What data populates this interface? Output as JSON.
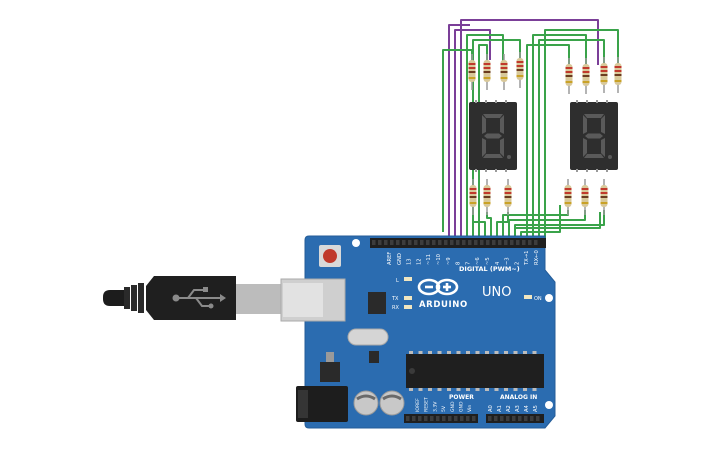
{
  "board": {
    "brand": "ARDUINO",
    "model": "UNO",
    "digital_header_label": "DIGITAL (PWM~)",
    "power_label": "POWER",
    "analog_label": "ANALOG IN",
    "on_led_label": "ON",
    "l_led_label": "L",
    "tx_label": "TX",
    "rx_label": "RX",
    "pin_labels_digital": [
      "AREF",
      "GND",
      "13",
      "12",
      "~11",
      "~10",
      "~9",
      "8",
      "7",
      "~6",
      "~5",
      "4",
      "~3",
      "2",
      "TX→1",
      "RX←0"
    ],
    "pin_labels_power": [
      "IOREF",
      "RESET",
      "3.3V",
      "5V",
      "GND",
      "GND",
      "Vin"
    ],
    "pin_labels_analog": [
      "A0",
      "A1",
      "A2",
      "A3",
      "A4",
      "A5"
    ]
  },
  "displays": [
    {
      "digit": "8"
    },
    {
      "digit": "8"
    }
  ],
  "colors": {
    "board": "#2b6cb0",
    "wire_green": "#3aa34a",
    "wire_purple": "#7b3f98",
    "display_body": "#2e2e2e",
    "segment": "#5a5a5a",
    "resistor_body": "#d8c89a"
  }
}
